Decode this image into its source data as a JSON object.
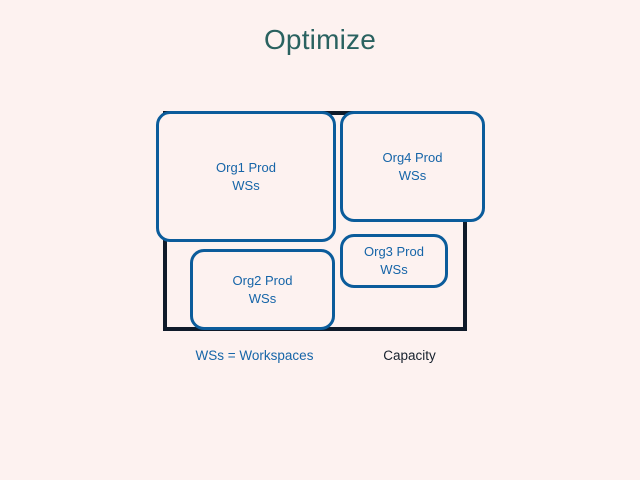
{
  "diagram": {
    "title": "Optimize",
    "background_color": "#fdf2f0",
    "title_color": "#2a6260",
    "org_border_color": "#0b5c9b",
    "org_text_color": "#1665a8",
    "capacity_border_color": "#0f1b2a",
    "capacity_text_color": "#16202c"
  },
  "capacity": {
    "name": "Capacity"
  },
  "boxes": [
    {
      "id": "org1",
      "label": "Org1 Prod\nWSs"
    },
    {
      "id": "org2",
      "label": "Org2 Prod\nWSs"
    },
    {
      "id": "org3",
      "label": "Org3 Prod\nWSs"
    },
    {
      "id": "org4",
      "label": "Org4 Prod\nWSs"
    }
  ],
  "legend": {
    "workspaces": "WSs = Workspaces",
    "capacity": "Capacity"
  }
}
